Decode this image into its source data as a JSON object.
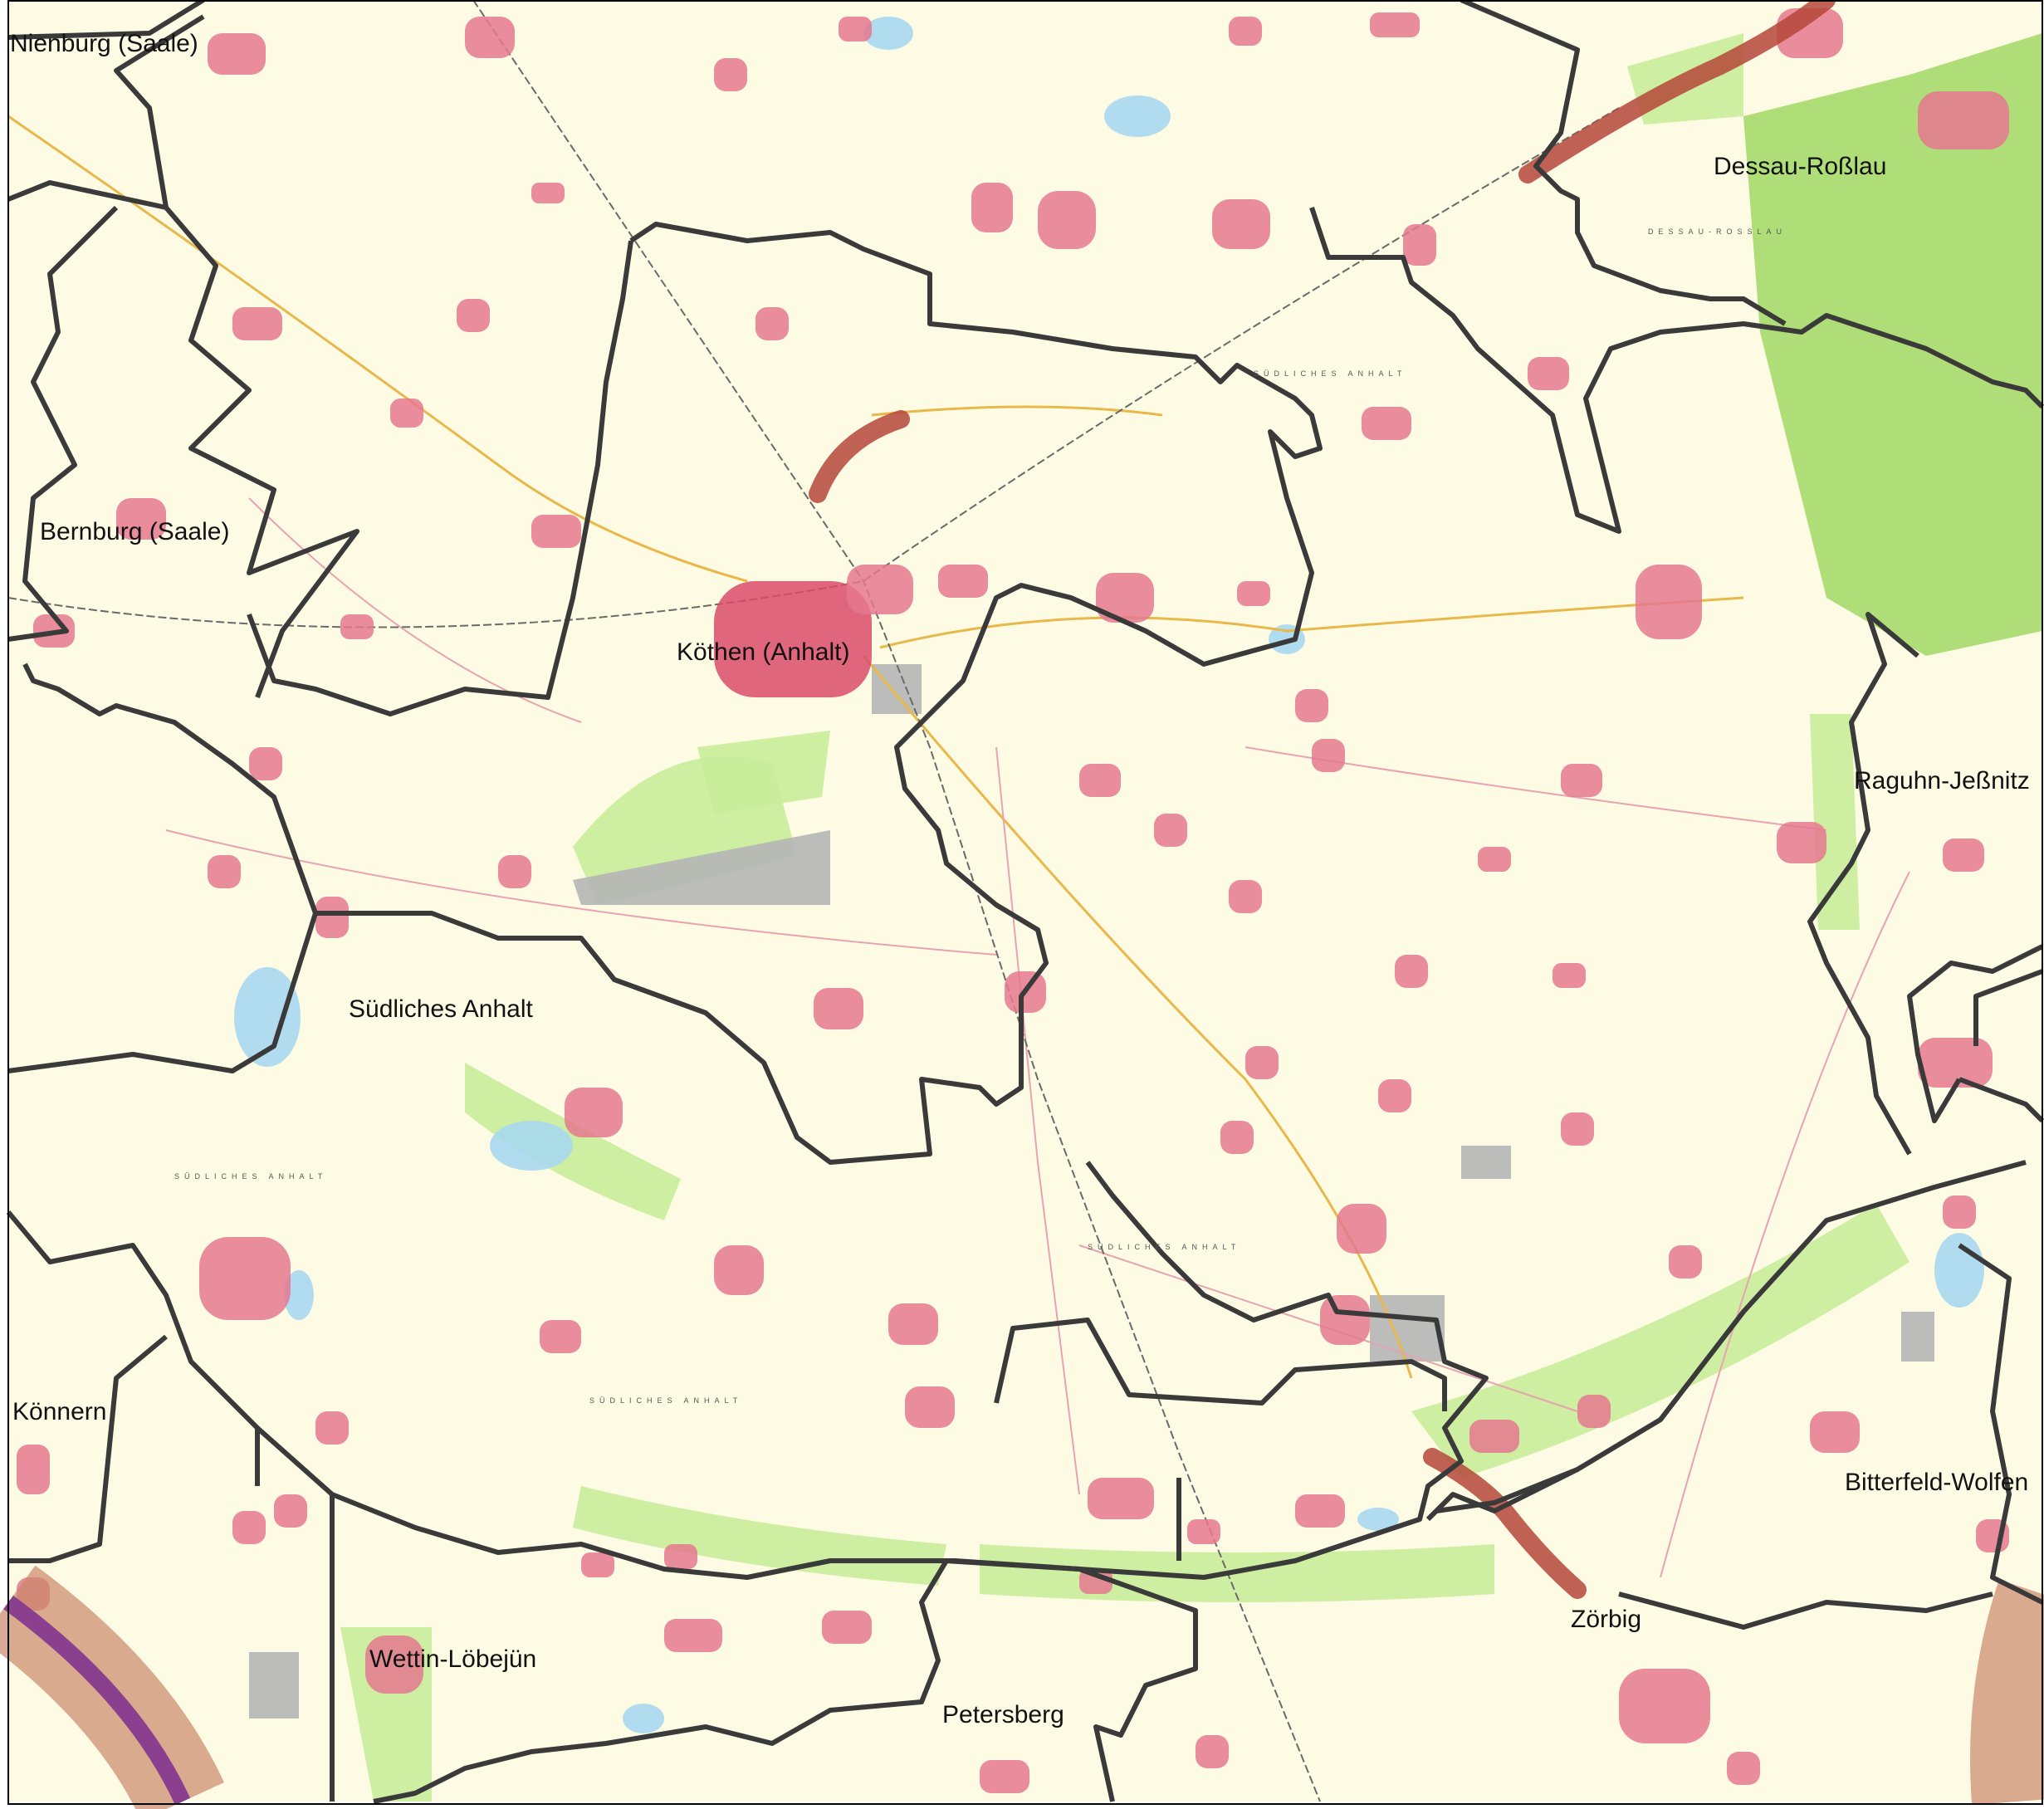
{
  "map": {
    "colors": {
      "background": "#fdfbe4",
      "settlement": "#e5788f",
      "settlement_core": "#d94b6a",
      "forest": "#a6d96a",
      "grass": "#c9ec9a",
      "water": "#a9d8f0",
      "industry": "#b5b5b5",
      "boundary": "#3a3a3a",
      "major_road": "#e8b84a",
      "minor_road": "#e7a3b2",
      "railway": "#6a6a6a",
      "motorway_corridor": "#b5473a",
      "motorway_buffer": "#c9876a"
    },
    "place_labels": [
      {
        "id": "nienburg",
        "text": "Nienburg (Saale)"
      },
      {
        "id": "dessau",
        "text": "Dessau-Roßlau"
      },
      {
        "id": "bernburg",
        "text": "Bernburg (Saale)"
      },
      {
        "id": "koethen",
        "text": "Köthen (Anhalt)"
      },
      {
        "id": "raguhn",
        "text": "Raguhn-Jeßnitz"
      },
      {
        "id": "suedliches-anhalt",
        "text": "Südliches Anhalt"
      },
      {
        "id": "koennern",
        "text": "Könnern"
      },
      {
        "id": "bitterfeld",
        "text": "Bitterfeld-Wolfen"
      },
      {
        "id": "zoerbig",
        "text": "Zörbig"
      },
      {
        "id": "wettin",
        "text": "Wettin-Löbejün"
      },
      {
        "id": "petersberg",
        "text": "Petersberg"
      }
    ],
    "district_labels": [
      {
        "id": "d1",
        "text": "SÜDLICHES ANHALT"
      },
      {
        "id": "d2",
        "text": "SÜDLICHES ANHALT"
      },
      {
        "id": "d3",
        "text": "SÜDLICHES ANHALT"
      },
      {
        "id": "d4",
        "text": "SÜDLICHES ANHALT"
      },
      {
        "id": "d5",
        "text": "DESSAU-ROSSLAU"
      }
    ]
  }
}
